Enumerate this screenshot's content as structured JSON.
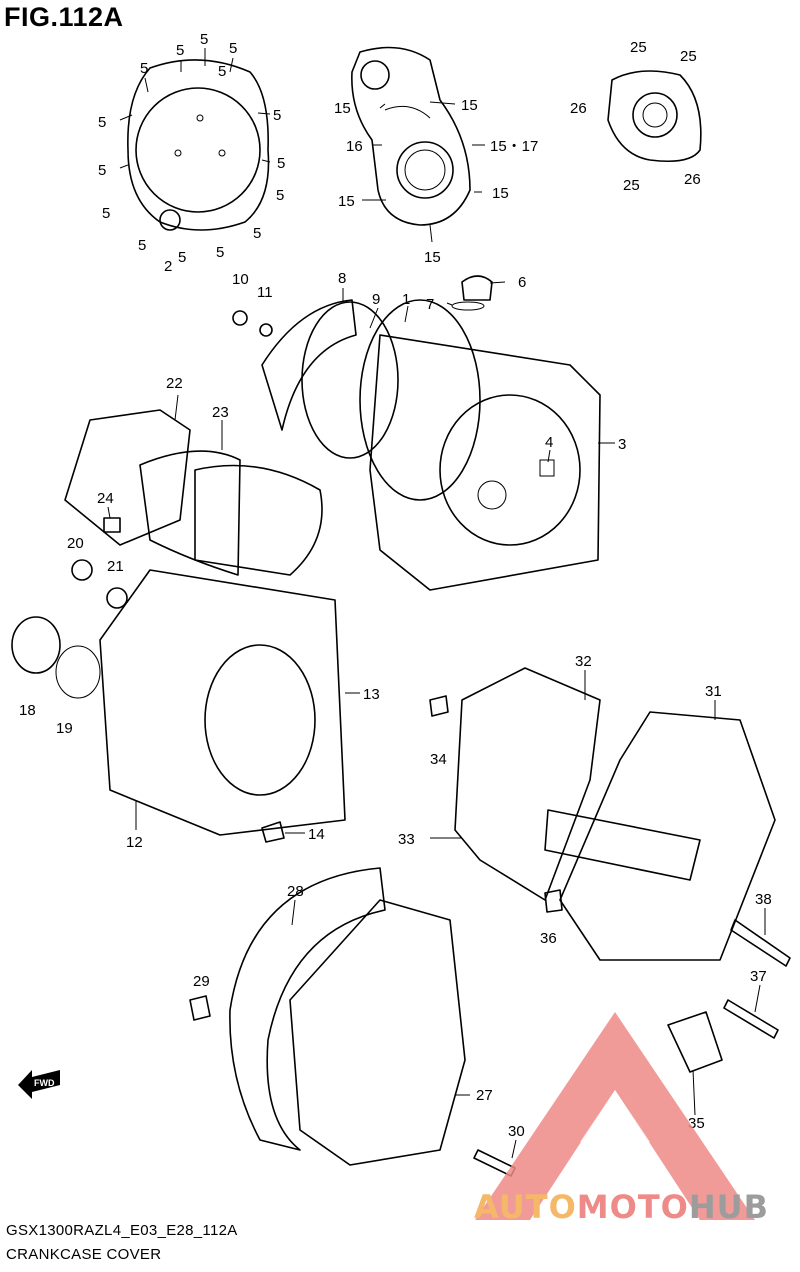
{
  "figure": {
    "title": "FIG.112A",
    "model_code": "GSX1300RAZL4_E03_E28_112A",
    "section_name": "CRANKCASE COVER"
  },
  "watermark": {
    "text_part1": "AUTO",
    "text_part2": "MOTO",
    "text_part3": "HUB",
    "colors": {
      "triangle": "#ee8a87",
      "auto": "#f5b869",
      "moto": "#ee8a87",
      "hub": "#9c9c9c"
    }
  },
  "direction_badge": {
    "text": "FWD"
  },
  "callouts": [
    "5",
    "5",
    "5",
    "5",
    "5",
    "5",
    "5",
    "5",
    "5",
    "5",
    "5",
    "5",
    "5",
    "5",
    "5",
    "2",
    "15",
    "15",
    "16",
    "15・17",
    "15",
    "15",
    "15",
    "25",
    "25",
    "26",
    "25",
    "26",
    "10",
    "11",
    "8",
    "9",
    "1",
    "6",
    "7",
    "3",
    "4",
    "22",
    "23",
    "24",
    "20",
    "21",
    "18",
    "19",
    "13",
    "12",
    "14",
    "32",
    "31",
    "34",
    "33",
    "38",
    "36",
    "37",
    "35",
    "28",
    "29",
    "27",
    "30"
  ]
}
